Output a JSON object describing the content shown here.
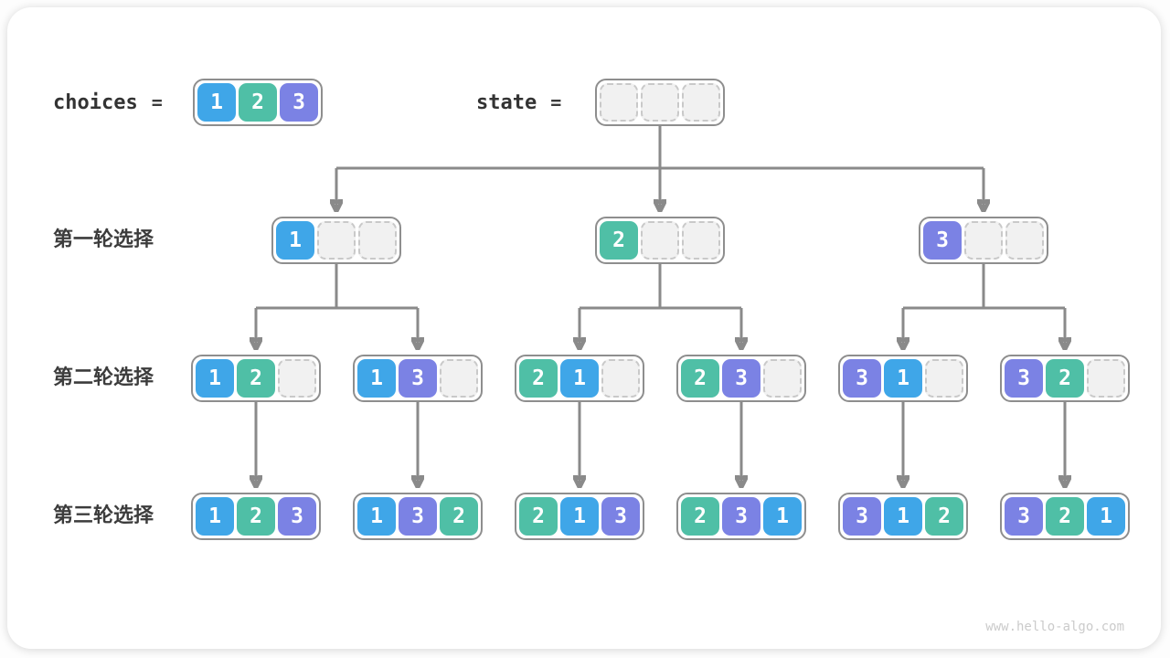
{
  "page": {
    "watermark": "www.hello-algo.com"
  },
  "colors": {
    "1": "#3FA6E8",
    "2": "#4FBFA6",
    "3": "#7B82E4"
  },
  "header": {
    "choices_label": "choices",
    "equals": "=",
    "choices": [
      1,
      2,
      3
    ],
    "state_label": "state",
    "state": [
      null,
      null,
      null
    ]
  },
  "rows": [
    {
      "label": "第一轮选择",
      "nodes": [
        [
          1,
          null,
          null
        ],
        [
          2,
          null,
          null
        ],
        [
          3,
          null,
          null
        ]
      ]
    },
    {
      "label": "第二轮选择",
      "nodes": [
        [
          1,
          2,
          null
        ],
        [
          1,
          3,
          null
        ],
        [
          2,
          1,
          null
        ],
        [
          2,
          3,
          null
        ],
        [
          3,
          1,
          null
        ],
        [
          3,
          2,
          null
        ]
      ]
    },
    {
      "label": "第三轮选择",
      "nodes": [
        [
          1,
          2,
          3
        ],
        [
          1,
          3,
          2
        ],
        [
          2,
          1,
          3
        ],
        [
          2,
          3,
          1
        ],
        [
          3,
          1,
          2
        ],
        [
          3,
          2,
          1
        ]
      ]
    }
  ]
}
